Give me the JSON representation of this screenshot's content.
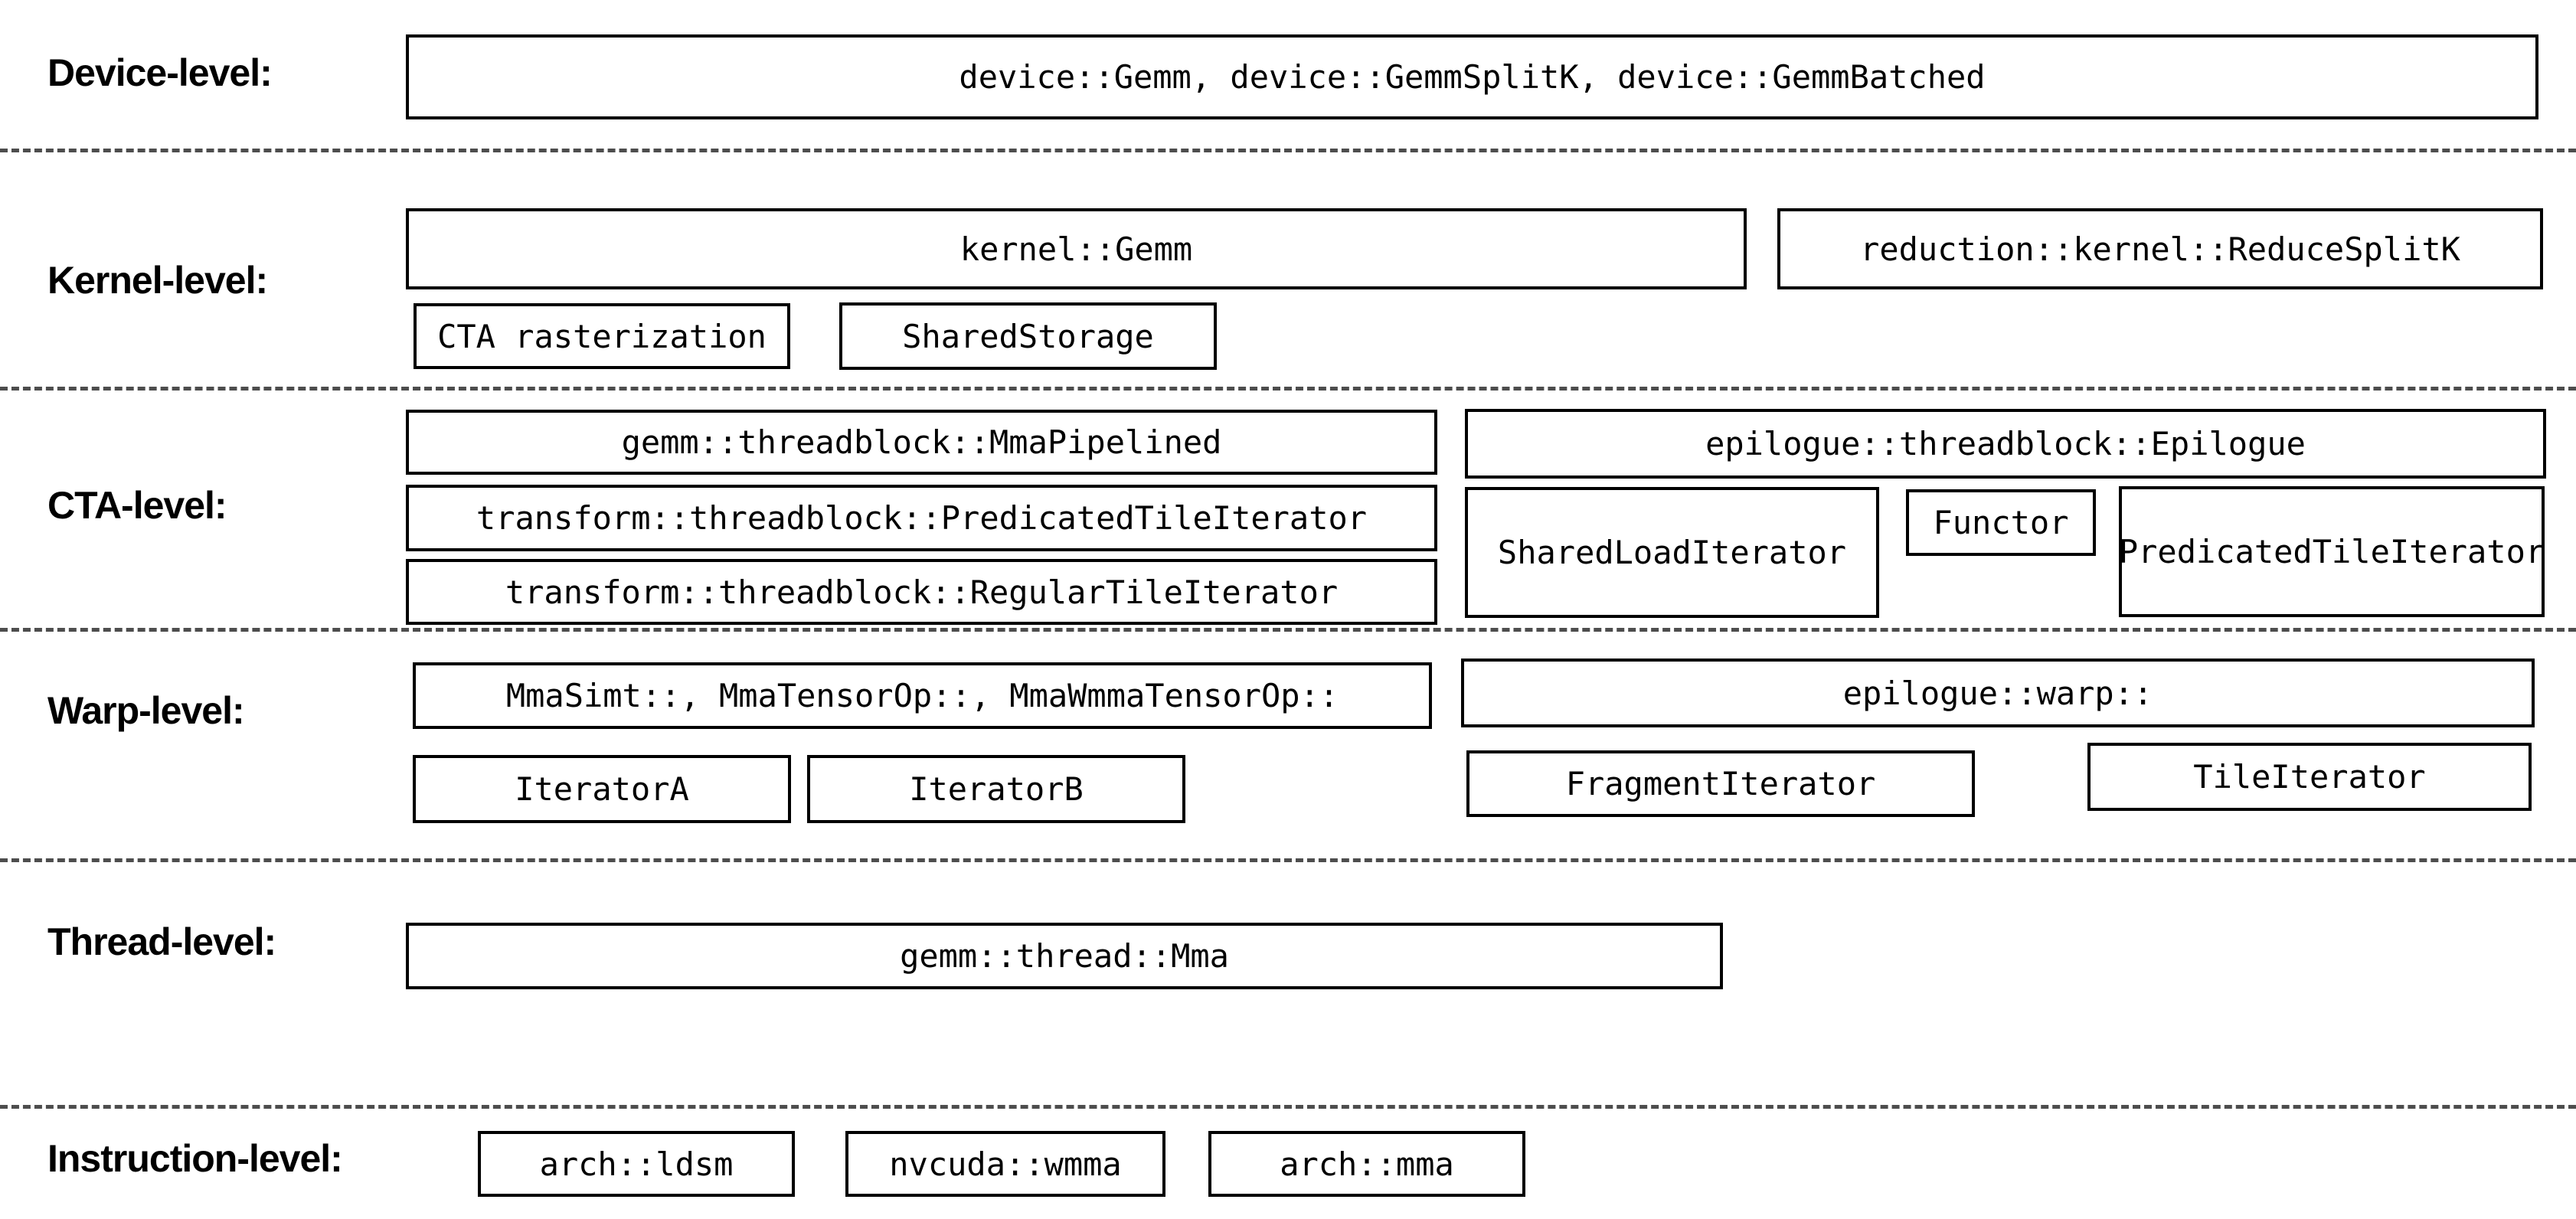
{
  "title": "CUTLASS GEMM component hierarchy",
  "colors": {
    "background": "#ffffff",
    "box_border": "#000000",
    "text": "#000000",
    "separator": "#4d4d4d"
  },
  "levels": {
    "device": {
      "label": "Device-level:"
    },
    "kernel": {
      "label": "Kernel-level:"
    },
    "cta": {
      "label": "CTA-level:"
    },
    "warp": {
      "label": "Warp-level:"
    },
    "thread": {
      "label": "Thread-level:"
    },
    "instruction": {
      "label": "Instruction-level:"
    }
  },
  "boxes": {
    "device_gemm": "device::Gemm, device::GemmSplitK, device::GemmBatched",
    "kernel_gemm": "kernel::Gemm",
    "reduce_splitk": "reduction::kernel::ReduceSplitK",
    "cta_rasterization": "CTA rasterization",
    "shared_storage": "SharedStorage",
    "mma_pipelined": "gemm::threadblock::MmaPipelined",
    "predicated_tile_iterator_transform": "transform::threadblock::PredicatedTileIterator",
    "regular_tile_iterator": "transform::threadblock::RegularTileIterator",
    "epilogue_threadblock": "epilogue::threadblock::Epilogue",
    "shared_load_iterator": "SharedLoadIterator",
    "functor": "Functor",
    "predicated_tile_iterator_epilogue": "PredicatedTileIterator",
    "warp_mma": "MmaSimt::, MmaTensorOp::, MmaWmmaTensorOp::",
    "epilogue_warp": "epilogue::warp::",
    "iterator_a": "IteratorA",
    "iterator_b": "IteratorB",
    "fragment_iterator": "FragmentIterator",
    "tile_iterator": "TileIterator",
    "thread_mma": "gemm::thread::Mma",
    "arch_ldsm": "arch::ldsm",
    "nvcuda_wmma": "nvcuda::wmma",
    "arch_mma": "arch::mma"
  }
}
